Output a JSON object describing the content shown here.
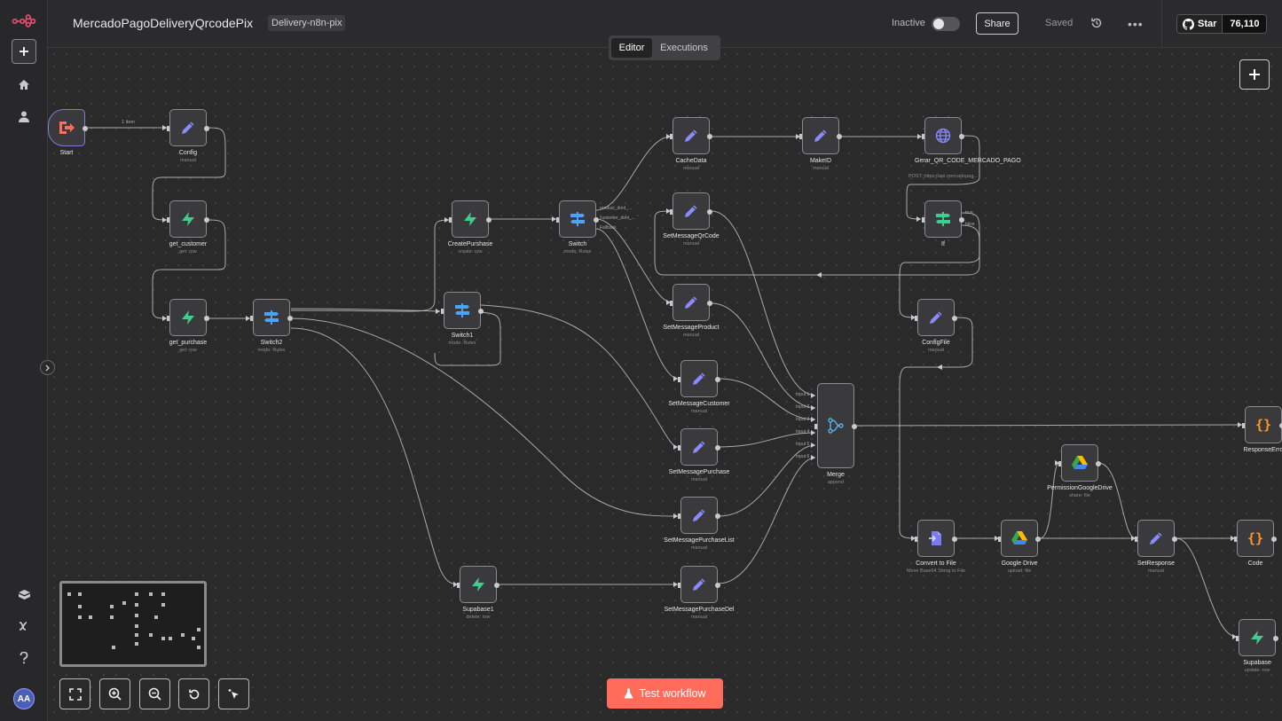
{
  "header": {
    "workflow_name": "MercadoPagoDeliveryQrcodePix",
    "tag": "Delivery-n8n-pix",
    "status_label": "Inactive",
    "share_label": "Share",
    "saved_label": "Saved",
    "github_star_label": "Star",
    "github_star_count": "76,110"
  },
  "tabs": {
    "editor": "Editor",
    "executions": "Executions"
  },
  "sidebar": {
    "user_initials": "AA",
    "icons": [
      "n8n-logo-icon",
      "plus-icon",
      "home-icon",
      "user-icon",
      "cube-icon",
      "variables-icon",
      "help-icon"
    ]
  },
  "canvas": {
    "edge_label": "1 item",
    "test_button": "Test workflow",
    "nodes": [
      {
        "id": "start",
        "label": "Start",
        "sub": "",
        "icon": "exit-icon"
      },
      {
        "id": "config",
        "label": "Config",
        "sub": "manual",
        "icon": "pencil-icon"
      },
      {
        "id": "get_customer",
        "label": "get_customer",
        "sub": "get: row",
        "icon": "supabase-icon"
      },
      {
        "id": "get_purchase",
        "label": "get_purchase",
        "sub": "get: row",
        "icon": "supabase-icon"
      },
      {
        "id": "switch2",
        "label": "Switch2",
        "sub": "mode: Rules",
        "icon": "switch-icon"
      },
      {
        "id": "createpurshase",
        "label": "CreatePurshase",
        "sub": "create: row",
        "icon": "supabase-icon"
      },
      {
        "id": "switch",
        "label": "Switch",
        "sub": "mode: Rules",
        "icon": "switch-icon"
      },
      {
        "id": "switch1",
        "label": "Switch1",
        "sub": "mode: Rules",
        "icon": "switch-icon"
      },
      {
        "id": "cachedata",
        "label": "CacheData",
        "sub": "manual",
        "icon": "pencil-icon"
      },
      {
        "id": "makeid",
        "label": "MakeID",
        "sub": "manual",
        "icon": "pencil-icon"
      },
      {
        "id": "gerar_qr",
        "label": "Gerar_QR_CODE_MERCADO_PAGO",
        "sub": "POST: https://api.mercadopag...",
        "icon": "globe-icon"
      },
      {
        "id": "setmsgqr",
        "label": "SetMessageQrCode",
        "sub": "manual",
        "icon": "pencil-icon"
      },
      {
        "id": "if",
        "label": "If",
        "sub": "",
        "icon": "if-icon"
      },
      {
        "id": "setmsgproduct",
        "label": "SetMessageProduct",
        "sub": "manual",
        "icon": "pencil-icon"
      },
      {
        "id": "configfile",
        "label": "ConfigFile",
        "sub": "manual",
        "icon": "pencil-icon"
      },
      {
        "id": "setmsgcustomer",
        "label": "SetMessageCustomer",
        "sub": "manual",
        "icon": "pencil-icon"
      },
      {
        "id": "setmsgpurchase",
        "label": "SetMessagePurchase",
        "sub": "manual",
        "icon": "pencil-icon"
      },
      {
        "id": "merge",
        "label": "Merge",
        "sub": "append",
        "icon": "merge-icon"
      },
      {
        "id": "responseerror",
        "label": "ResponseErro",
        "sub": "",
        "icon": "code-icon"
      },
      {
        "id": "permgd",
        "label": "PermissionGoogleDrive",
        "sub": "share: file",
        "icon": "google-drive-icon"
      },
      {
        "id": "setmsgpurchaselist",
        "label": "SetMessagePurchaseList",
        "sub": "manual",
        "icon": "pencil-icon"
      },
      {
        "id": "converttofile",
        "label": "Convert to File",
        "sub": "Move Base64 String to File",
        "icon": "file-icon"
      },
      {
        "id": "googledrive",
        "label": "Google Drive",
        "sub": "upload: file",
        "icon": "google-drive-icon"
      },
      {
        "id": "setresponse",
        "label": "SetResponse",
        "sub": "manual",
        "icon": "pencil-icon"
      },
      {
        "id": "code",
        "label": "Code",
        "sub": "",
        "icon": "code-icon"
      },
      {
        "id": "supabase1",
        "label": "Supabase1",
        "sub": "delete: row",
        "icon": "supabase-icon"
      },
      {
        "id": "setmsgpurchasedel",
        "label": "SetMessagePurchaseDel",
        "sub": "manual",
        "icon": "pencil-icon"
      },
      {
        "id": "supabase",
        "label": "Supabase",
        "sub": "update: row",
        "icon": "supabase-icon"
      }
    ],
    "port_labels": {
      "switch_out": [
        "product_dont_...",
        "customer_dont_...",
        "Fallback"
      ],
      "if_out": [
        "true",
        "false"
      ],
      "merge_in": [
        "Input 1",
        "Input 2",
        "Input 3",
        "Input 4",
        "Input 5",
        "Input 6"
      ]
    }
  },
  "colors": {
    "accent": "#ff6d5a",
    "pencil": "#8b8bff",
    "supabase": "#3ecf8e",
    "switch": "#4aa3ff",
    "code": "#ff9922"
  }
}
